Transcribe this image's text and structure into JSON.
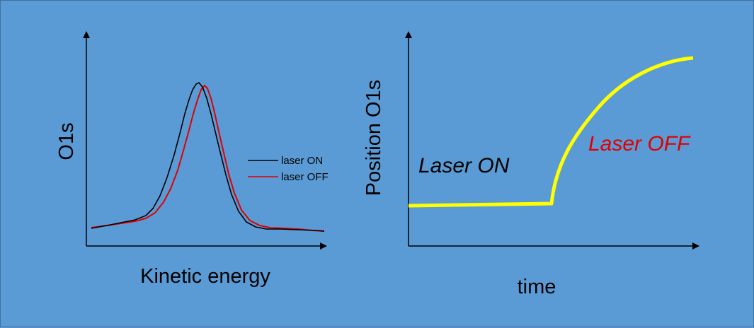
{
  "left_panel": {
    "y_label": "O1s",
    "x_label": "Kinetic energy",
    "legend": [
      {
        "label": "laser ON",
        "color": "#000000"
      },
      {
        "label": "laser OFF",
        "color": "#e00000"
      }
    ]
  },
  "right_panel": {
    "y_label": "Position O1s",
    "x_label": "time",
    "annotation_on": "Laser ON",
    "annotation_off": "Laser OFF",
    "curve_color": "#ffff00",
    "annotation_off_color": "#e00000"
  }
}
